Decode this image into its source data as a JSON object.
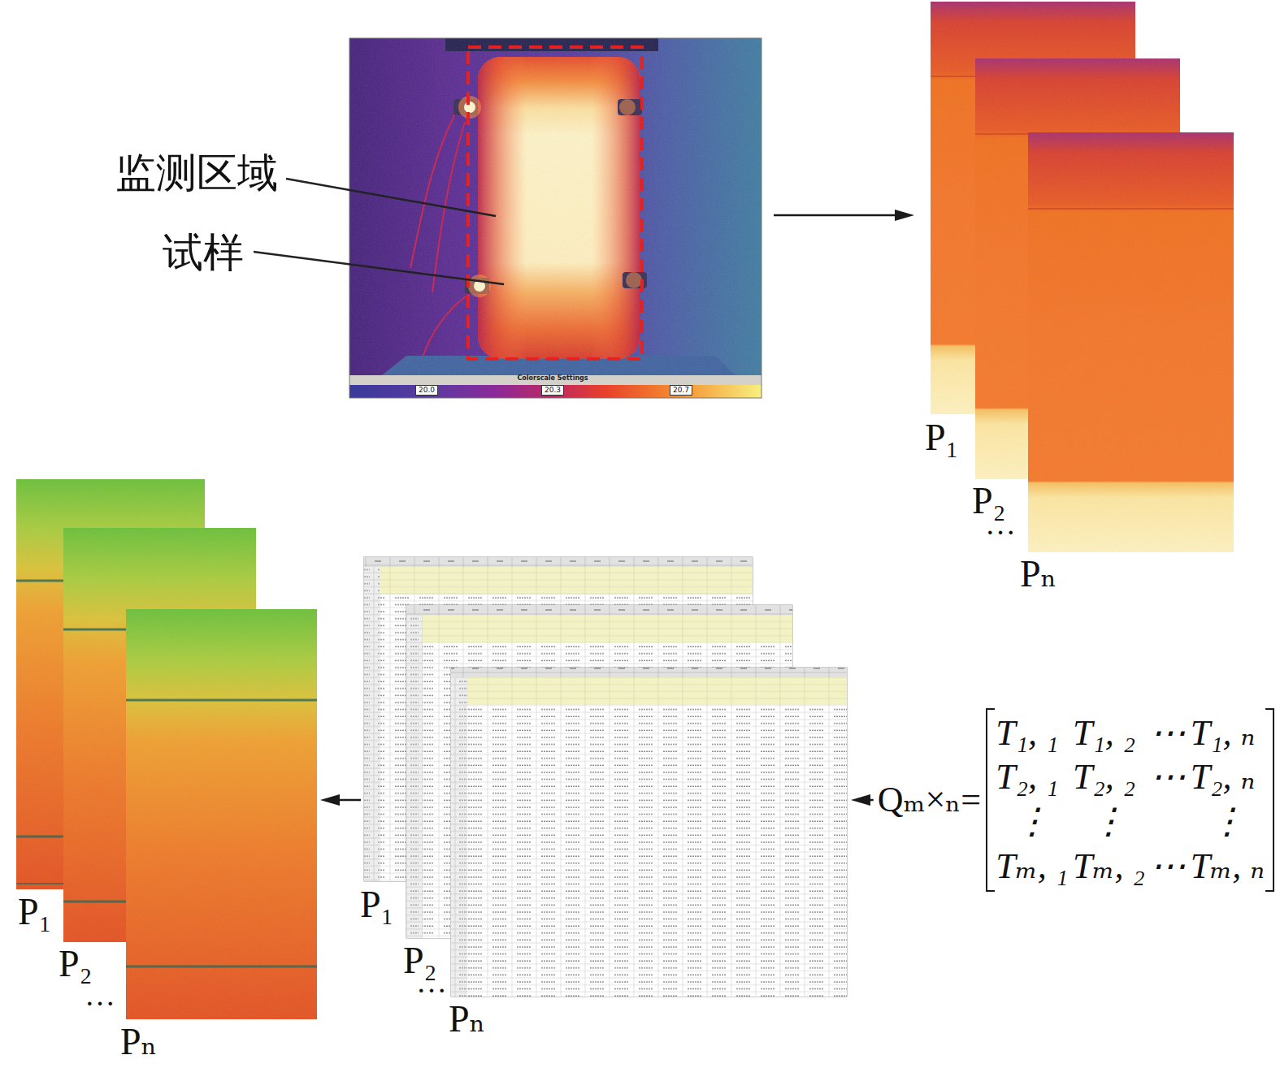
{
  "diagram": {
    "nodes": [
      {
        "text": [
          "Colorscale Settings",
          "20.0",
          "20.3",
          "20.7"
        ]
      },
      {
        "text": [
          "P₁"
        ]
      },
      {
        "text": [
          "P₂"
        ]
      },
      {
        "text": [
          "Pₙ"
        ]
      },
      {
        "text": [
          "P₁"
        ]
      },
      {
        "text": [
          "P₂"
        ]
      },
      {
        "text": [
          "Pₙ"
        ]
      },
      {
        "text": [
          "P₁"
        ]
      },
      {
        "text": [
          "P₂"
        ]
      },
      {
        "text": [
          "Pₙ"
        ]
      },
      {
        "text": [
          "Qₘ×ₙ=",
          "T₁, ₁",
          "T₁, ₂",
          "⋯",
          "T₁, ₙ",
          "T₂, ₁",
          "T₂, ₂",
          "⋯",
          "T₂, ₙ",
          "⋮",
          "⋮",
          "⋮",
          "Tₘ, ₁",
          "Tₘ, ₂",
          "⋯",
          "Tₘ, ₙ"
        ]
      }
    ],
    "edges": [
      {
        "from": 0,
        "to": 1,
        "arrow": "to"
      },
      {
        "from": 10,
        "to": 9,
        "arrow": "to"
      },
      {
        "from": 7,
        "to": 6,
        "arrow": "to"
      }
    ],
    "labels": [
      "监测区域",
      "试样",
      "…",
      "…",
      "…"
    ]
  }
}
